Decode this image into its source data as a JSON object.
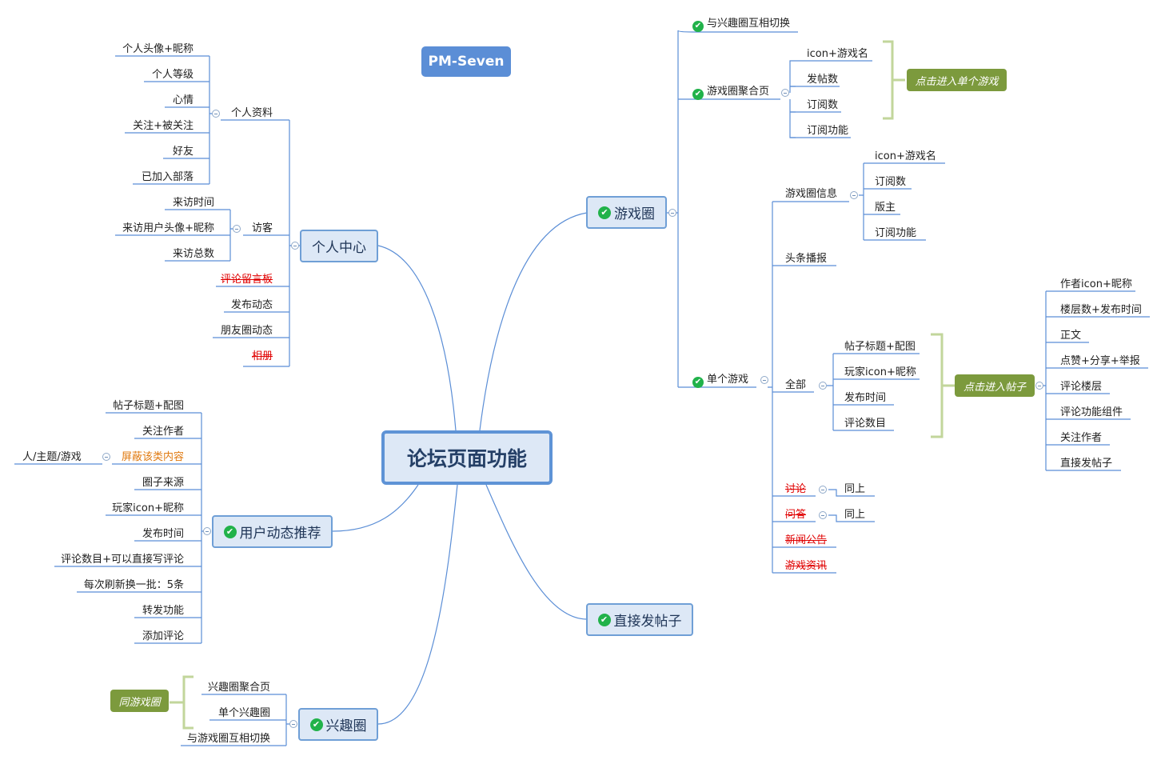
{
  "root": "论坛页面功能",
  "badge": "PM-Seven",
  "branches": {
    "game": "游戏圈",
    "personal": "个人中心",
    "user_feed": "用户动态推荐",
    "interest": "兴趣圈",
    "post": "直接发帖子"
  },
  "game": {
    "switch": "与兴趣圈互相切换",
    "aggregate": "游戏圈聚合页",
    "aggregate_items": [
      "icon+游戏名",
      "发帖数",
      "订阅数",
      "订阅功能"
    ],
    "aggregate_callout": "点击进入单个游戏",
    "single": "单个游戏",
    "info": "游戏圈信息",
    "info_items": [
      "icon+游戏名",
      "订阅数",
      "版主",
      "订阅功能"
    ],
    "headline": "头条播报",
    "all": "全部",
    "all_items": [
      "帖子标题+配图",
      "玩家icon+昵称",
      "发布时间",
      "评论数目"
    ],
    "post_callout": "点击进入帖子",
    "post_items": [
      "作者icon+昵称",
      "楼层数+发布时间",
      "正文",
      "点赞+分享+举报",
      "评论楼层",
      "评论功能组件",
      "关注作者",
      "直接发帖子"
    ],
    "discuss": "讨论",
    "qa": "问答",
    "same": "同上",
    "news": "新闻公告",
    "info_news": "游戏资讯"
  },
  "personal": {
    "profile": "个人资料",
    "profile_items": [
      "个人头像+昵称",
      "个人等级",
      "心情",
      "关注+被关注",
      "好友",
      "已加入部落"
    ],
    "visitor": "访客",
    "visitor_items": [
      "来访时间",
      "来访用户头像+昵称",
      "来访总数"
    ],
    "guestbook": "评论留言板",
    "publish": "发布动态",
    "moments": "朋友圈动态",
    "album": "相册"
  },
  "user_feed": {
    "items": [
      "帖子标题+配图",
      "关注作者",
      "屏蔽该类内容",
      "圈子来源",
      "玩家icon+昵称",
      "发布时间",
      "评论数目+可以直接写评论",
      "每次刷新换一批：5条",
      "转发功能",
      "添加评论"
    ],
    "block_targets": "人/主题/游戏"
  },
  "interest": {
    "items": [
      "兴趣圈聚合页",
      "单个兴趣圈",
      "与游戏圈互相切换"
    ],
    "callout": "同游戏圈"
  },
  "colors": {
    "line": "#5b8ed6",
    "box_fill": "#dde8f6",
    "box_border": "#6f9fd6",
    "check": "#21b24a",
    "callout": "#7c9a3d",
    "bracket": "#c2d69b",
    "red": "#e00000",
    "orange": "#e07a10"
  }
}
